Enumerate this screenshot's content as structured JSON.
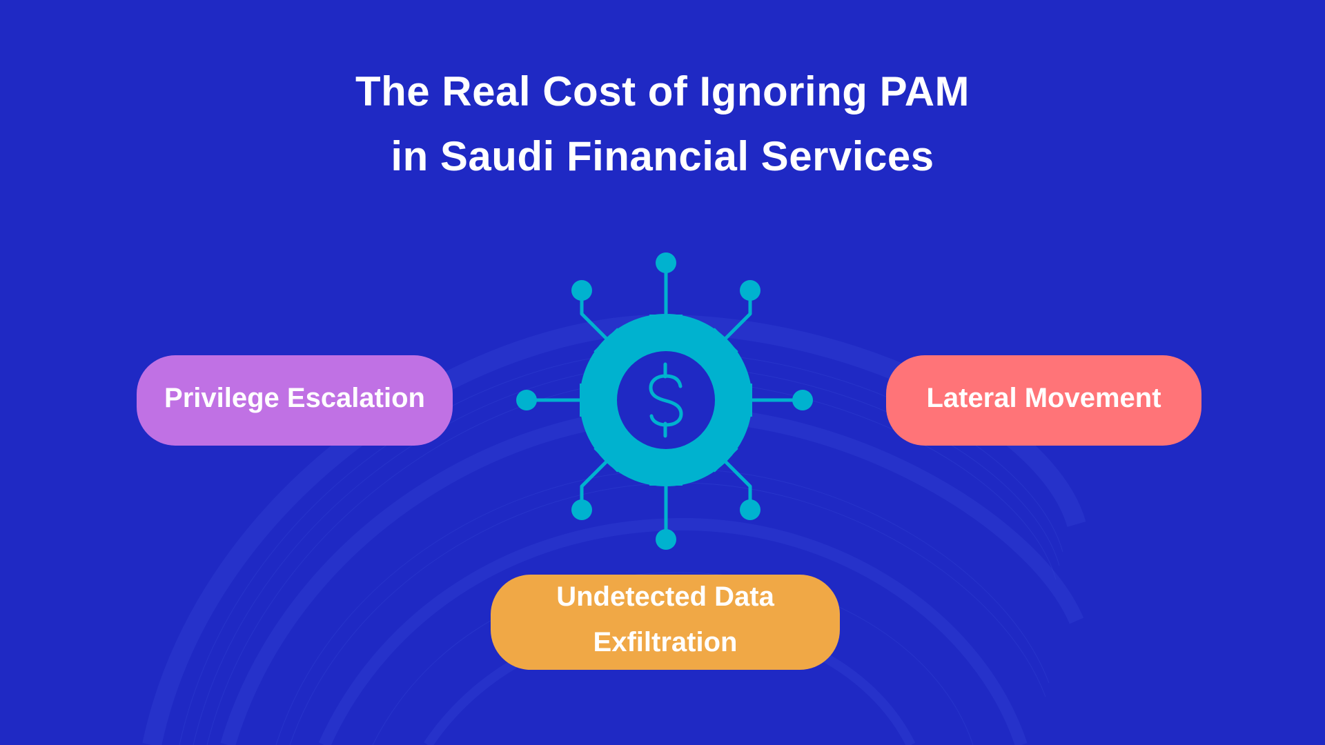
{
  "title": {
    "line1": "The Real Cost of Ignoring PAM",
    "line2": "in Saudi Financial Services"
  },
  "center_icon": {
    "name": "gear-dollar-network-icon",
    "symbol": "$",
    "color": "#00b2cf"
  },
  "pills": [
    {
      "id": "privilege-escalation",
      "label": "Privilege Escalation",
      "color": "#c071e4"
    },
    {
      "id": "lateral-movement",
      "label": "Lateral Movement",
      "color": "#ff7478"
    },
    {
      "id": "undetected-data-exfiltration",
      "label_line1": "Undetected Data",
      "label_line2": "Exfiltration",
      "color": "#f0a846"
    }
  ],
  "colors": {
    "background": "#1f29c4",
    "text": "#ffffff"
  }
}
